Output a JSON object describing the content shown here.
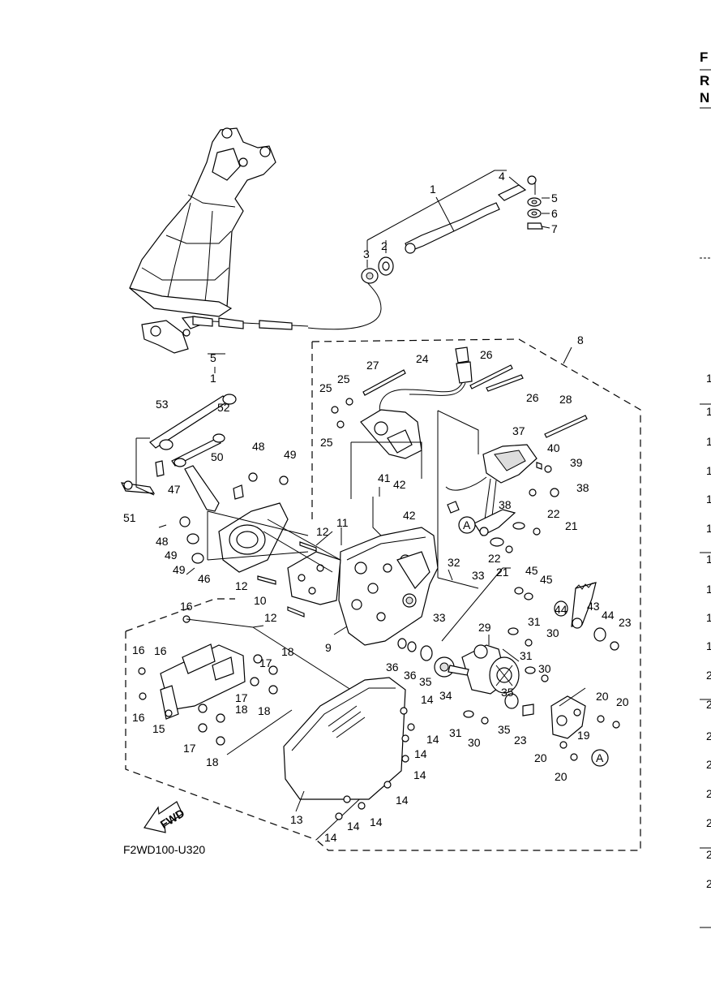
{
  "diagram": {
    "code": "F2WD100-U320",
    "fwd_arrow": "FWD",
    "ref_letter": "A"
  },
  "edge_text": {
    "top": [
      "F",
      "R",
      "N"
    ],
    "side_numbers": [
      "1",
      "1",
      "1",
      "1",
      "1",
      "1",
      "1",
      "1",
      "1",
      "1",
      "2",
      "2",
      "2",
      "2",
      "2",
      "2",
      "2",
      "2"
    ]
  },
  "callouts": [
    "1",
    "2",
    "3",
    "4",
    "5",
    "6",
    "7",
    "8",
    "9",
    "10",
    "11",
    "12",
    "13",
    "14",
    "15",
    "16",
    "17",
    "18",
    "19",
    "20",
    "21",
    "22",
    "23",
    "24",
    "25",
    "26",
    "27",
    "28",
    "29",
    "30",
    "31",
    "32",
    "33",
    "34",
    "35",
    "36",
    "37",
    "38",
    "39",
    "40",
    "41",
    "42",
    "43",
    "44",
    "45",
    "46",
    "47",
    "48",
    "49",
    "50",
    "51",
    "52",
    "53"
  ]
}
